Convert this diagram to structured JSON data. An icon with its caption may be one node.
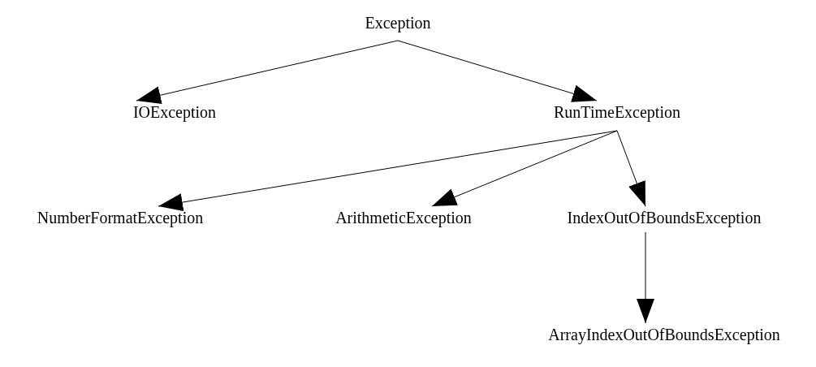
{
  "diagram": {
    "nodes": [
      {
        "text": [
          "Exception"
        ]
      },
      {
        "text": [
          "IOException"
        ]
      },
      {
        "text": [
          "RunTimeException"
        ]
      },
      {
        "text": [
          "NumberFormatException"
        ]
      },
      {
        "text": [
          "ArithmeticException"
        ]
      },
      {
        "text": [
          "IndexOutOfBoundsException"
        ]
      },
      {
        "text": [
          "ArrayIndexOutOfBoundsException"
        ]
      }
    ],
    "edges": [
      {
        "from": 0,
        "to": 1,
        "arrow": "to"
      },
      {
        "from": 0,
        "to": 2,
        "arrow": "to"
      },
      {
        "from": 2,
        "to": 3,
        "arrow": "to"
      },
      {
        "from": 2,
        "to": 4,
        "arrow": "to"
      },
      {
        "from": 2,
        "to": 5,
        "arrow": "to"
      },
      {
        "from": 5,
        "to": 6,
        "arrow": "to"
      }
    ]
  }
}
